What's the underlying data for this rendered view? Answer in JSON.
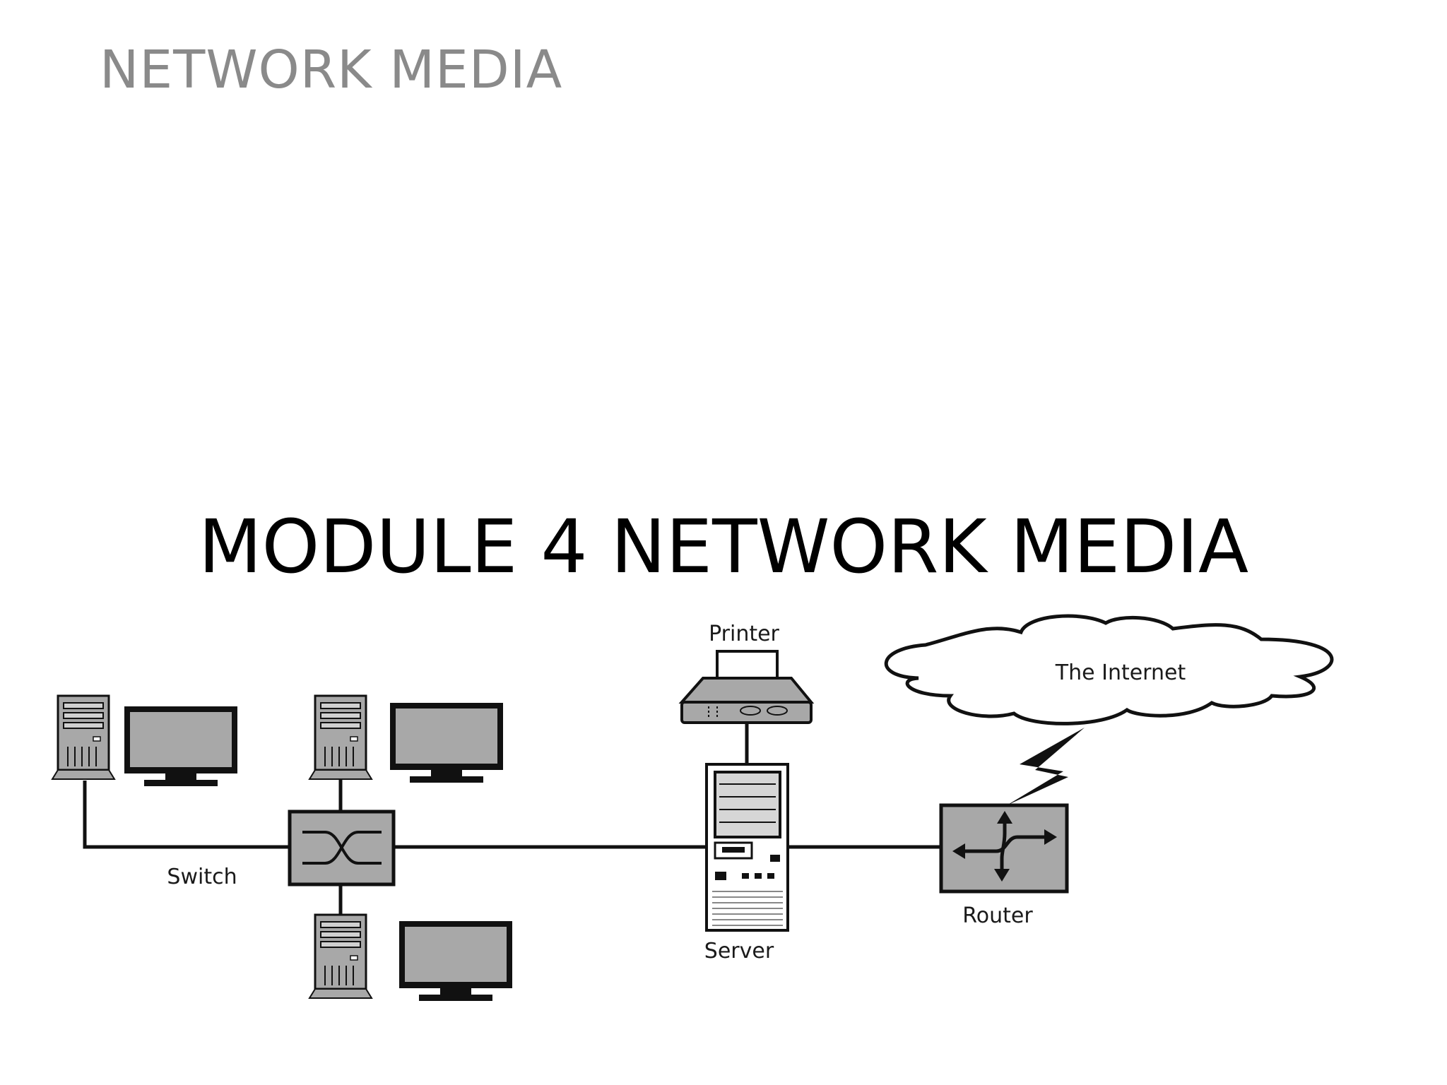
{
  "slide": {
    "header_title": "NETWORK MEDIA",
    "main_title": "MODULE 4 NETWORK MEDIA"
  },
  "diagram": {
    "labels": {
      "printer": "Printer",
      "internet": "The Internet",
      "switch": "Switch",
      "server": "Server",
      "router": "Router"
    }
  },
  "colors": {
    "background": "#ffffff",
    "header_text": "#8a8a8a",
    "title_text": "#000000",
    "device_fill": "#a8a8a8",
    "line": "#111111"
  }
}
